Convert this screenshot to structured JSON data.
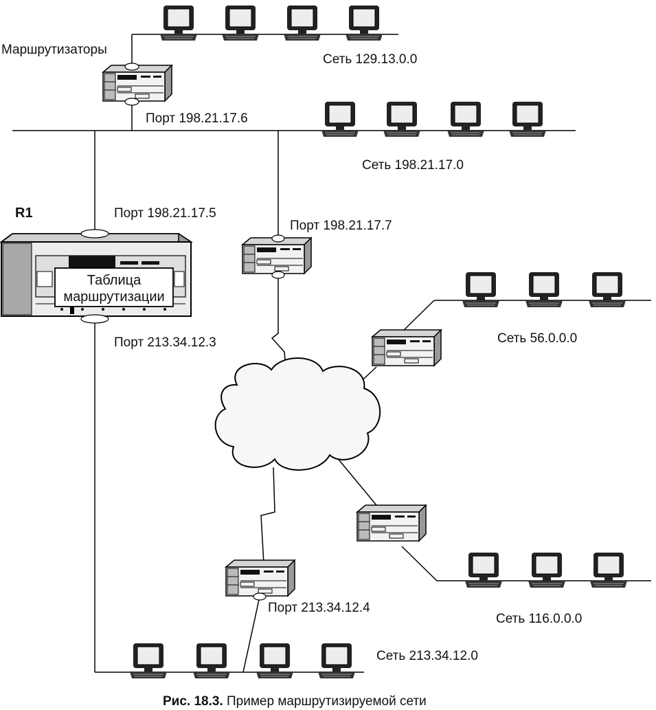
{
  "labels": {
    "routers_heading": "Маршрутизаторы",
    "r1": "R1",
    "routing_table_line1": "Таблица",
    "routing_table_line2": "маршрутизации"
  },
  "networks": {
    "net_129": "Сеть 129.13.0.0",
    "net_198": "Сеть 198.21.17.0",
    "net_56": "Сеть 56.0.0.0",
    "net_116": "Сеть 116.0.0.0",
    "net_213": "Сеть 213.34.12.0"
  },
  "ports": {
    "p_198_6": "Порт 198.21.17.6",
    "p_198_5": "Порт 198.21.17.5",
    "p_198_7": "Порт 198.21.17.7",
    "p_213_3": "Порт 213.34.12.3",
    "p_213_4": "Порт 213.34.12.4"
  },
  "caption": {
    "prefix": "Рис. 18.3.",
    "text": " Пример маршрутизируемой сети"
  }
}
